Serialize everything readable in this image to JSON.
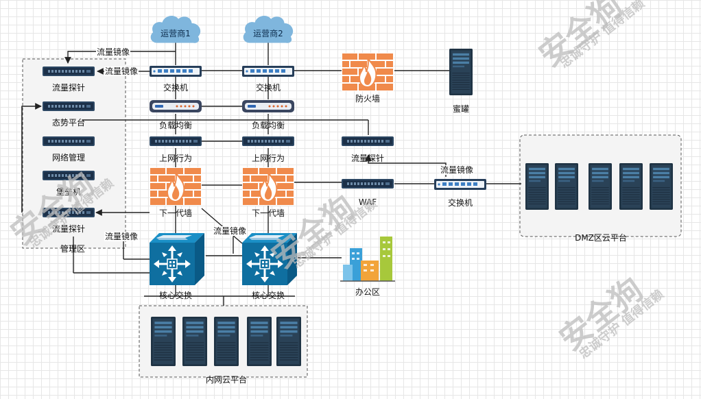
{
  "clouds": [
    {
      "id": "isp1",
      "label": "运营商1"
    },
    {
      "id": "isp2",
      "label": "运营商2"
    }
  ],
  "devices": {
    "switch1": "交换机",
    "switch2": "交换机",
    "firewall_top": "防火墙",
    "honeypot": "蜜罐",
    "lb1": "负载均衡",
    "lb2": "负载均衡",
    "behavior1": "上网行为",
    "behavior2": "上网行为",
    "probe_mid": "流量探针",
    "ngfw1": "下一代墙",
    "ngfw2": "下一代墙",
    "waf": "WAF",
    "dmz_switch": "交换机",
    "core1": "核心交换",
    "core2": "核心交换",
    "office": "办公区"
  },
  "management": {
    "title": "管理区",
    "items": [
      "流量探针",
      "态势平台",
      "网络管理",
      "堡垒机",
      "流量探针"
    ]
  },
  "zones": {
    "dmz": "DMZ区云平台",
    "intranet": "内网云平台"
  },
  "mirror_labels": {
    "top": "流量镜像",
    "probe1": "流量镜像",
    "dmz": "流量镜像",
    "core_left": "流量镜像",
    "core_mid": "流量镜像"
  },
  "watermark": {
    "brand": "安全狗",
    "slogan": "忠诚守护 值得信赖"
  },
  "colors": {
    "cloud": "#7fb6dd",
    "switch_body": "#243b55",
    "switch_port": "#5a9bd5",
    "firewall": "#f08a4b",
    "server": "#1f3344",
    "core": "#0f6fa0",
    "line": "#222222"
  }
}
